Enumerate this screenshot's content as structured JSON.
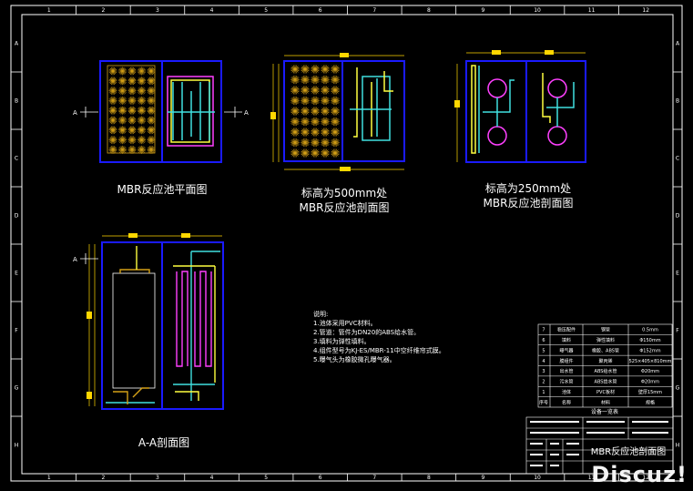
{
  "border": {
    "columns": [
      "1",
      "2",
      "3",
      "4",
      "5",
      "6",
      "7",
      "8",
      "9",
      "10",
      "11",
      "12"
    ],
    "rows": [
      "A",
      "B",
      "C",
      "D",
      "E",
      "F",
      "G",
      "H"
    ]
  },
  "views": {
    "plan_title": "MBR反应池平面图",
    "section500_title_1": "标高为500mm处",
    "section500_title_2": "MBR反应池剖面图",
    "section250_title_1": "标高为250mm处",
    "section250_title_2": "MBR反应池剖面图",
    "aa_title": "A-A剖面图",
    "section_mark": "A"
  },
  "notes": {
    "heading": "说明:",
    "lines": [
      "1.池体采用PVC材料。",
      "2.管道：管件为DN20的ABS给水管。",
      "3.填料为弹性填料。",
      "4.组件型号为KJ-ES/MBR-11中空纤维帘式膜。",
      "5.曝气头为橡胶微孔曝气器。"
    ]
  },
  "bom": {
    "title": "设备一览表",
    "header": [
      "序号",
      "名称",
      "材料",
      "规格"
    ],
    "rows": [
      [
        "1",
        "池体",
        "PVC板材",
        "壁厚15mm"
      ],
      [
        "2",
        "污水管",
        "ABS给水管",
        "Φ20mm"
      ],
      [
        "3",
        "出水管",
        "ABS给水管",
        "Φ20mm"
      ],
      [
        "4",
        "膜组件",
        "聚丙烯",
        "525×405×810mm"
      ],
      [
        "5",
        "曝气器",
        "橡胶、ABS管",
        "Φ152mm"
      ],
      [
        "6",
        "填料",
        "弹性填料",
        "Φ150mm"
      ],
      [
        "7",
        "稳压配件",
        "钢管",
        "0.5mm"
      ]
    ]
  },
  "title_block": {
    "drawing_title": "MBR反应池剖面图"
  },
  "watermark": "Discuz!",
  "colors": {
    "tank": "#1a1aff",
    "filler": "#d4a017",
    "yellow": "#ffff40",
    "cyan": "#40e0e0",
    "magenta": "#ff40ff",
    "red": "#ff2020",
    "dim": "#ffd700",
    "frame": "#ffffff"
  }
}
